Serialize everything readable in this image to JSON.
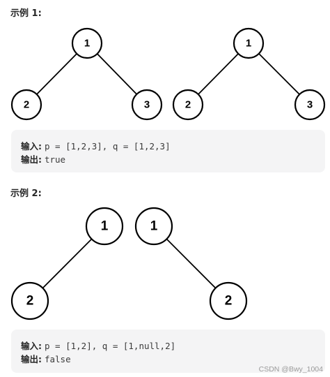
{
  "examples": [
    {
      "heading": "示例 1:",
      "input_label": "输入:",
      "input_value": "p = [1,2,3], q = [1,2,3]",
      "output_label": "输出:",
      "output_value": "true",
      "trees": [
        {
          "root": "1",
          "left": "2",
          "right": "3"
        },
        {
          "root": "1",
          "left": "2",
          "right": "3"
        }
      ]
    },
    {
      "heading": "示例 2:",
      "input_label": "输入:",
      "input_value": "p = [1,2], q = [1,null,2]",
      "output_label": "输出:",
      "output_value": "false",
      "trees": [
        {
          "root": "1",
          "left": "2"
        },
        {
          "root": "1",
          "right": "2"
        }
      ]
    }
  ],
  "watermark": "CSDN @Bwy_1004"
}
